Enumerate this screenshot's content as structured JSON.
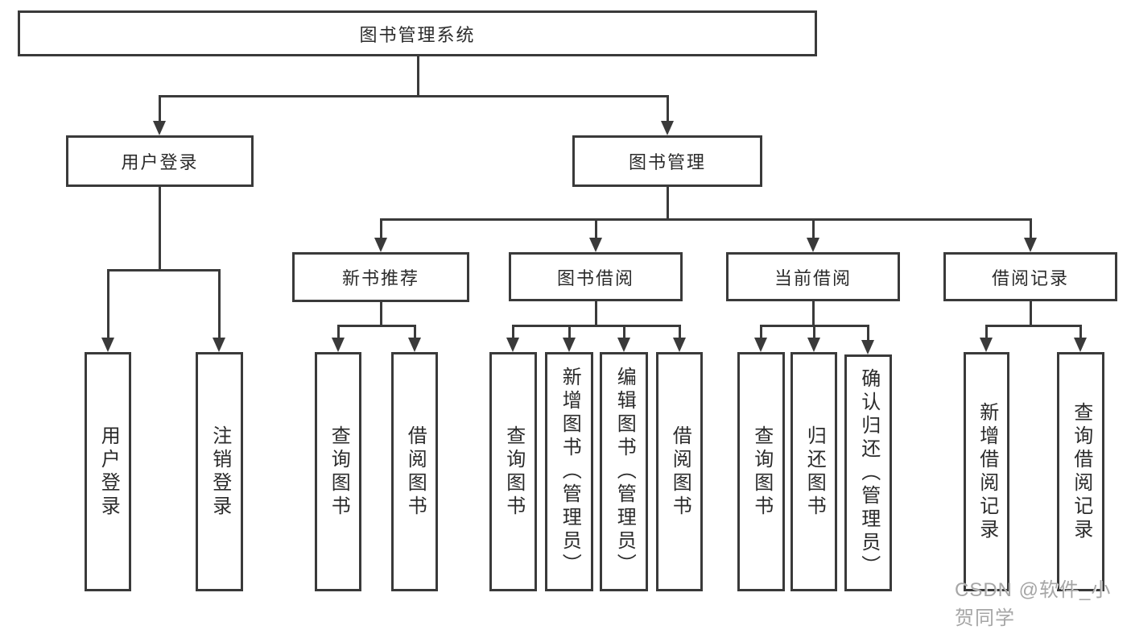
{
  "colors": {
    "line": "#3a3a3a",
    "box_background": "#ffffff",
    "text": "#2b2b2b",
    "watermark_gray": "#a6a6a6"
  },
  "tree": {
    "root": {
      "label": "图书管理系统"
    },
    "branches": [
      {
        "label": "用户登录",
        "children": [
          "用户登录",
          "注销登录"
        ]
      },
      {
        "label": "图书管理",
        "groups": [
          {
            "label": "新书推荐",
            "children": [
              "查询图书",
              "借阅图书"
            ]
          },
          {
            "label": "图书借阅",
            "children": [
              "查询图书",
              "新增图书（管理员）",
              "编辑图书（管理员）",
              "借阅图书"
            ]
          },
          {
            "label": "当前借阅",
            "children": [
              "查询图书",
              "归还图书",
              "确认归还（管理员）"
            ]
          },
          {
            "label": "借阅记录",
            "children": [
              "新增借阅记录",
              "查询借阅记录"
            ]
          }
        ]
      }
    ]
  },
  "watermark": {
    "text": "CSDN @软件_小贺同学"
  }
}
